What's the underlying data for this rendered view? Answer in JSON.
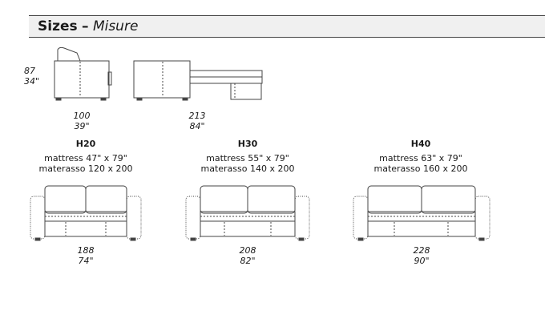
{
  "header": {
    "title": "Sizes",
    "separator": "–",
    "subtitle": "Misure"
  },
  "side_view": {
    "height_cm": "87",
    "height_in": "34\"",
    "depth_cm": "100",
    "depth_in": "39\""
  },
  "bed_view": {
    "length_cm": "213",
    "length_in": "84\""
  },
  "models": [
    {
      "code": "H20",
      "mattress": "mattress 47\" x 79\"",
      "materasso": "materasso 120 x 200",
      "width_cm": "188",
      "width_in": "74\""
    },
    {
      "code": "H30",
      "mattress": "mattress 55\" x 79\"",
      "materasso": "materasso 140 x 200",
      "width_cm": "208",
      "width_in": "82\""
    },
    {
      "code": "H40",
      "mattress": "mattress 63\" x 79\"",
      "materasso": "materasso 160 x 200",
      "width_cm": "228",
      "width_in": "90\""
    }
  ],
  "colors": {
    "header_bg": "#f0f0f0",
    "line": "#444444"
  }
}
